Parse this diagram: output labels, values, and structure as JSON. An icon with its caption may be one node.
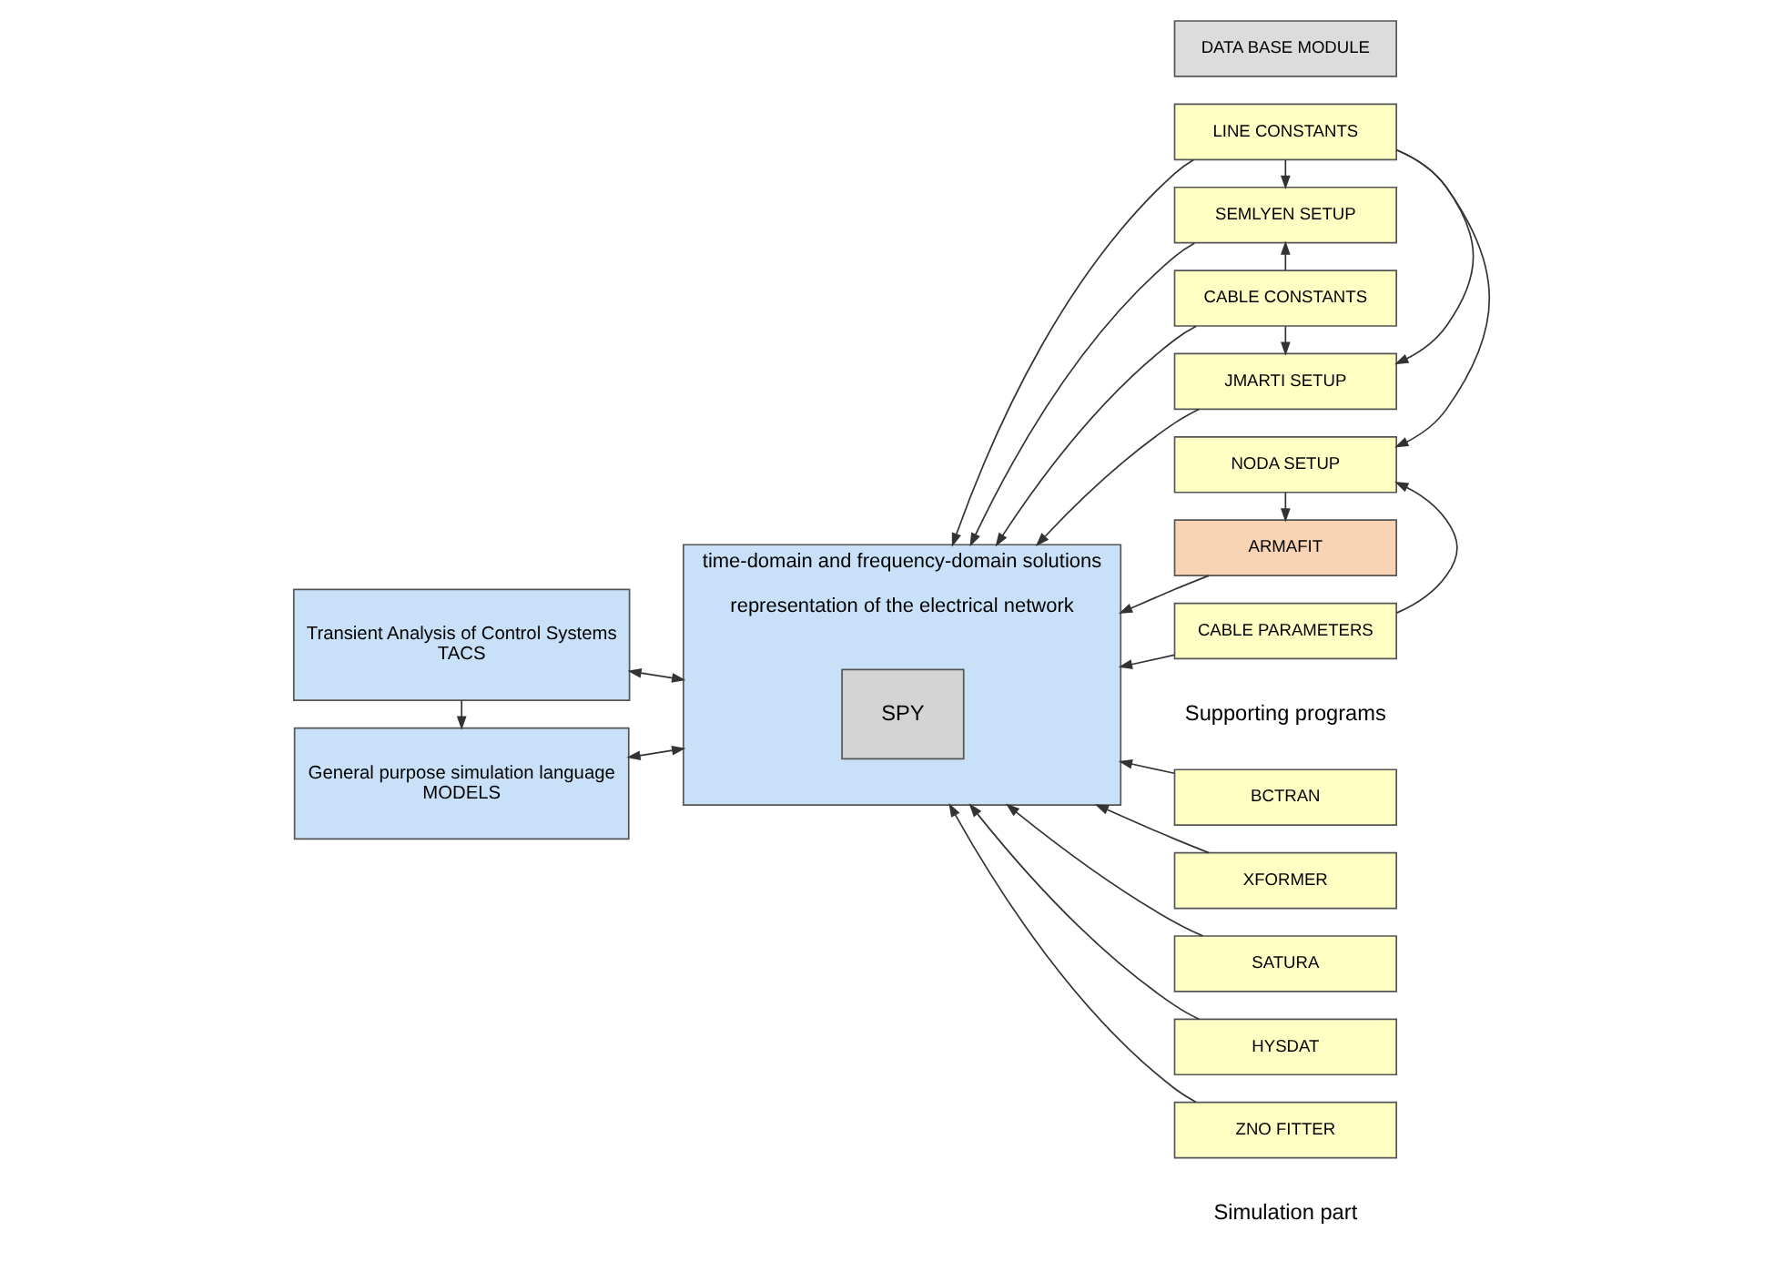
{
  "diagram": {
    "nodes": [
      {
        "text": [
          "time-domain and frequency-domain solutions",
          "representation of the electrical network"
        ]
      },
      {
        "text": [
          "SPY"
        ],
        "in": 0
      },
      {
        "text": [
          "Transient Analysis of Control Systems",
          "TACS"
        ]
      },
      {
        "text": [
          "General purpose simulation language",
          "MODELS"
        ]
      },
      {
        "text": [
          "LINE CONSTANTS"
        ]
      },
      {
        "text": [
          "CABLE CONSTANTS"
        ]
      },
      {
        "text": [
          "SEMLYEN SETUP"
        ]
      },
      {
        "text": [
          "JMARTI SETUP"
        ]
      },
      {
        "text": [
          "CABLE PARAMETERS"
        ]
      },
      {
        "text": [
          "NODA SETUP"
        ]
      },
      {
        "text": [
          "ARMAFIT"
        ]
      },
      {
        "text": [
          "BCTRAN"
        ]
      },
      {
        "text": [
          "XFORMER"
        ]
      },
      {
        "text": [
          "SATURA"
        ]
      },
      {
        "text": [
          "HYSDAT"
        ]
      },
      {
        "text": [
          "ZNO FITTER"
        ]
      },
      {
        "text": [
          "DATA BASE MODULE"
        ]
      }
    ],
    "edges": [
      {
        "from": 4,
        "to": 0,
        "arrow": "to"
      },
      {
        "from": 5,
        "to": 0,
        "arrow": "to"
      },
      {
        "from": 6,
        "to": 0,
        "arrow": "to"
      },
      {
        "from": 7,
        "to": 0,
        "arrow": "to"
      },
      {
        "from": 8,
        "to": 0,
        "arrow": "to"
      },
      {
        "from": 4,
        "to": 6,
        "arrow": "to"
      },
      {
        "from": 4,
        "to": 7,
        "arrow": "to"
      },
      {
        "from": 4,
        "to": 9,
        "arrow": "to"
      },
      {
        "from": 5,
        "to": 6,
        "arrow": "to"
      },
      {
        "from": 5,
        "to": 7,
        "arrow": "to"
      },
      {
        "from": 8,
        "to": 9,
        "arrow": "to"
      },
      {
        "from": 9,
        "to": 10,
        "arrow": "to"
      },
      {
        "from": 10,
        "to": 0,
        "arrow": "to"
      },
      {
        "from": 11,
        "to": 0,
        "arrow": "to"
      },
      {
        "from": 12,
        "to": 0,
        "arrow": "to"
      },
      {
        "from": 13,
        "to": 0,
        "arrow": "to"
      },
      {
        "from": 14,
        "to": 0,
        "arrow": "to"
      },
      {
        "from": 15,
        "to": 0,
        "arrow": "to"
      },
      {
        "from": 0,
        "to": 2,
        "arrow": "both"
      },
      {
        "from": 0,
        "to": 3,
        "arrow": "both"
      },
      {
        "from": 2,
        "to": 3,
        "arrow": "to"
      }
    ],
    "labels": [
      "Simulation part",
      "Supporting programs"
    ]
  }
}
